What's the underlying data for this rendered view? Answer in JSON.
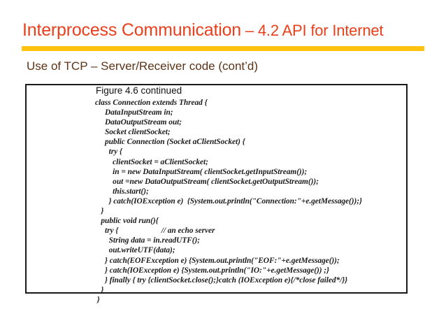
{
  "slide": {
    "title": {
      "main": "Interprocess Communication",
      "separator": " – ",
      "sub": "4.2 API for Internet",
      "full": "Interprocess Communication – 4.2 API for Internet",
      "color": "#E8401C"
    },
    "rule": {
      "color": "#FFC20E"
    },
    "subtitle": {
      "text": "Use of TCP – Server/Receiver code (cont’d)",
      "color": "#5C3317"
    },
    "figure": {
      "caption": "Figure 4.6 continued",
      "border_color": "#1a1a1a",
      "code_lines": [
        "class Connection extends Thread {",
        "     DataInputStream in;",
        "     DataOutputStream out;",
        "     Socket clientSocket;",
        "     public Connection (Socket aClientSocket) {",
        "       try {",
        "         clientSocket = aClientSocket;",
        "         in = new DataInputStream( clientSocket.getInputStream());",
        "         out =new DataOutputStream( clientSocket.getOutputStream());",
        "         this.start();",
        "       } catch(IOException e)  {System.out.println(\"Connection:\"+e.getMessage());}",
        "   }",
        "   public void run(){",
        "     try {                      // an echo server",
        "       String data = in.readUTF();",
        "       out.writeUTF(data);",
        "     } catch(EOFException e) {System.out.println(\"EOF:\"+e.getMessage());",
        "     } catch(IOException e) {System.out.println(\"IO:\"+e.getMessage()) ;}",
        "     } finally { try {clientSocket.close();}catch (IOException e){/*close failed*/}}",
        "   }",
        " }"
      ]
    }
  }
}
